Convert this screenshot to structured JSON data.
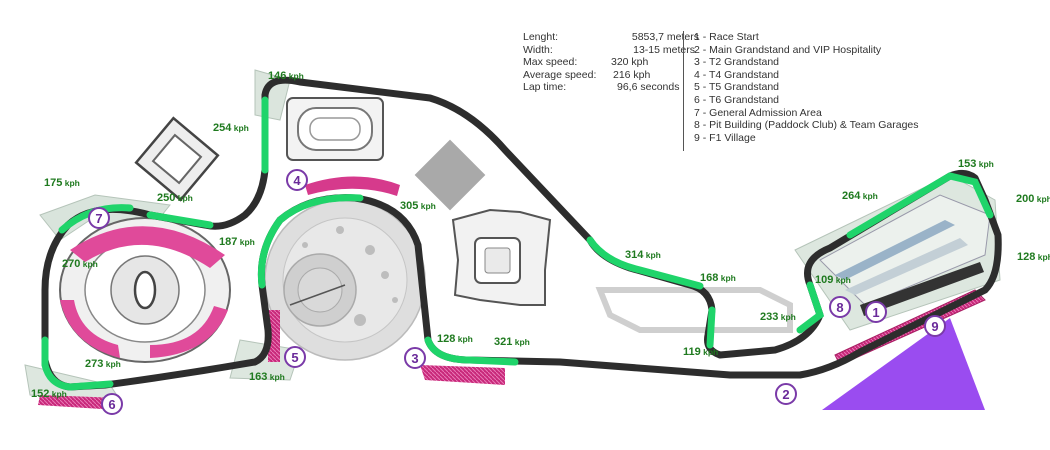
{
  "info": {
    "length": {
      "label": "Lenght:",
      "value": "5853,7 meters"
    },
    "width": {
      "label": "Width:",
      "value": "13-15 meters"
    },
    "max_speed": {
      "label": "Max speed:",
      "value": "320 kph"
    },
    "average_speed": {
      "label": "Average speed:",
      "value": "216 kph"
    },
    "lap_time": {
      "label": "Lap time:",
      "value": "96,6 seconds"
    }
  },
  "legend": [
    "1 - Race Start",
    "2 - Main Grandstand and VIP Hospitality",
    "3 - T2 Grandstand",
    "4 - T4 Grandstand",
    "5 - T5 Grandstand",
    "6 - T6 Grandstand",
    "7 - General Admission Area",
    "8 - Pit Building (Paddock Club) & Team Garages",
    "9 - F1 Village"
  ],
  "speeds": [
    {
      "value": "146",
      "unit": "kph"
    },
    {
      "value": "254",
      "unit": "kph"
    },
    {
      "value": "175",
      "unit": "kph"
    },
    {
      "value": "250",
      "unit": "kph"
    },
    {
      "value": "187",
      "unit": "kph"
    },
    {
      "value": "270",
      "unit": "kph"
    },
    {
      "value": "273",
      "unit": "kph"
    },
    {
      "value": "152",
      "unit": "kph"
    },
    {
      "value": "163",
      "unit": "kph"
    },
    {
      "value": "305",
      "unit": "kph"
    },
    {
      "value": "128",
      "unit": "kph"
    },
    {
      "value": "321",
      "unit": "kph"
    },
    {
      "value": "314",
      "unit": "kph"
    },
    {
      "value": "168",
      "unit": "kph"
    },
    {
      "value": "119",
      "unit": "kph"
    },
    {
      "value": "233",
      "unit": "kph"
    },
    {
      "value": "109",
      "unit": "kph"
    },
    {
      "value": "264",
      "unit": "kph"
    },
    {
      "value": "153",
      "unit": "kph"
    },
    {
      "value": "200",
      "unit": "kph"
    },
    {
      "value": "128",
      "unit": "kph"
    }
  ],
  "markers": [
    "1",
    "2",
    "3",
    "4",
    "5",
    "6",
    "7",
    "8",
    "9"
  ],
  "colors": {
    "track": "#2d2d2d",
    "speed_zone": "#1fd46a",
    "grandstand": "#d63a8c",
    "marker": "#7a3aa8",
    "fan_village": "#9a4cf0",
    "speed_text": "#1f7a1f"
  }
}
